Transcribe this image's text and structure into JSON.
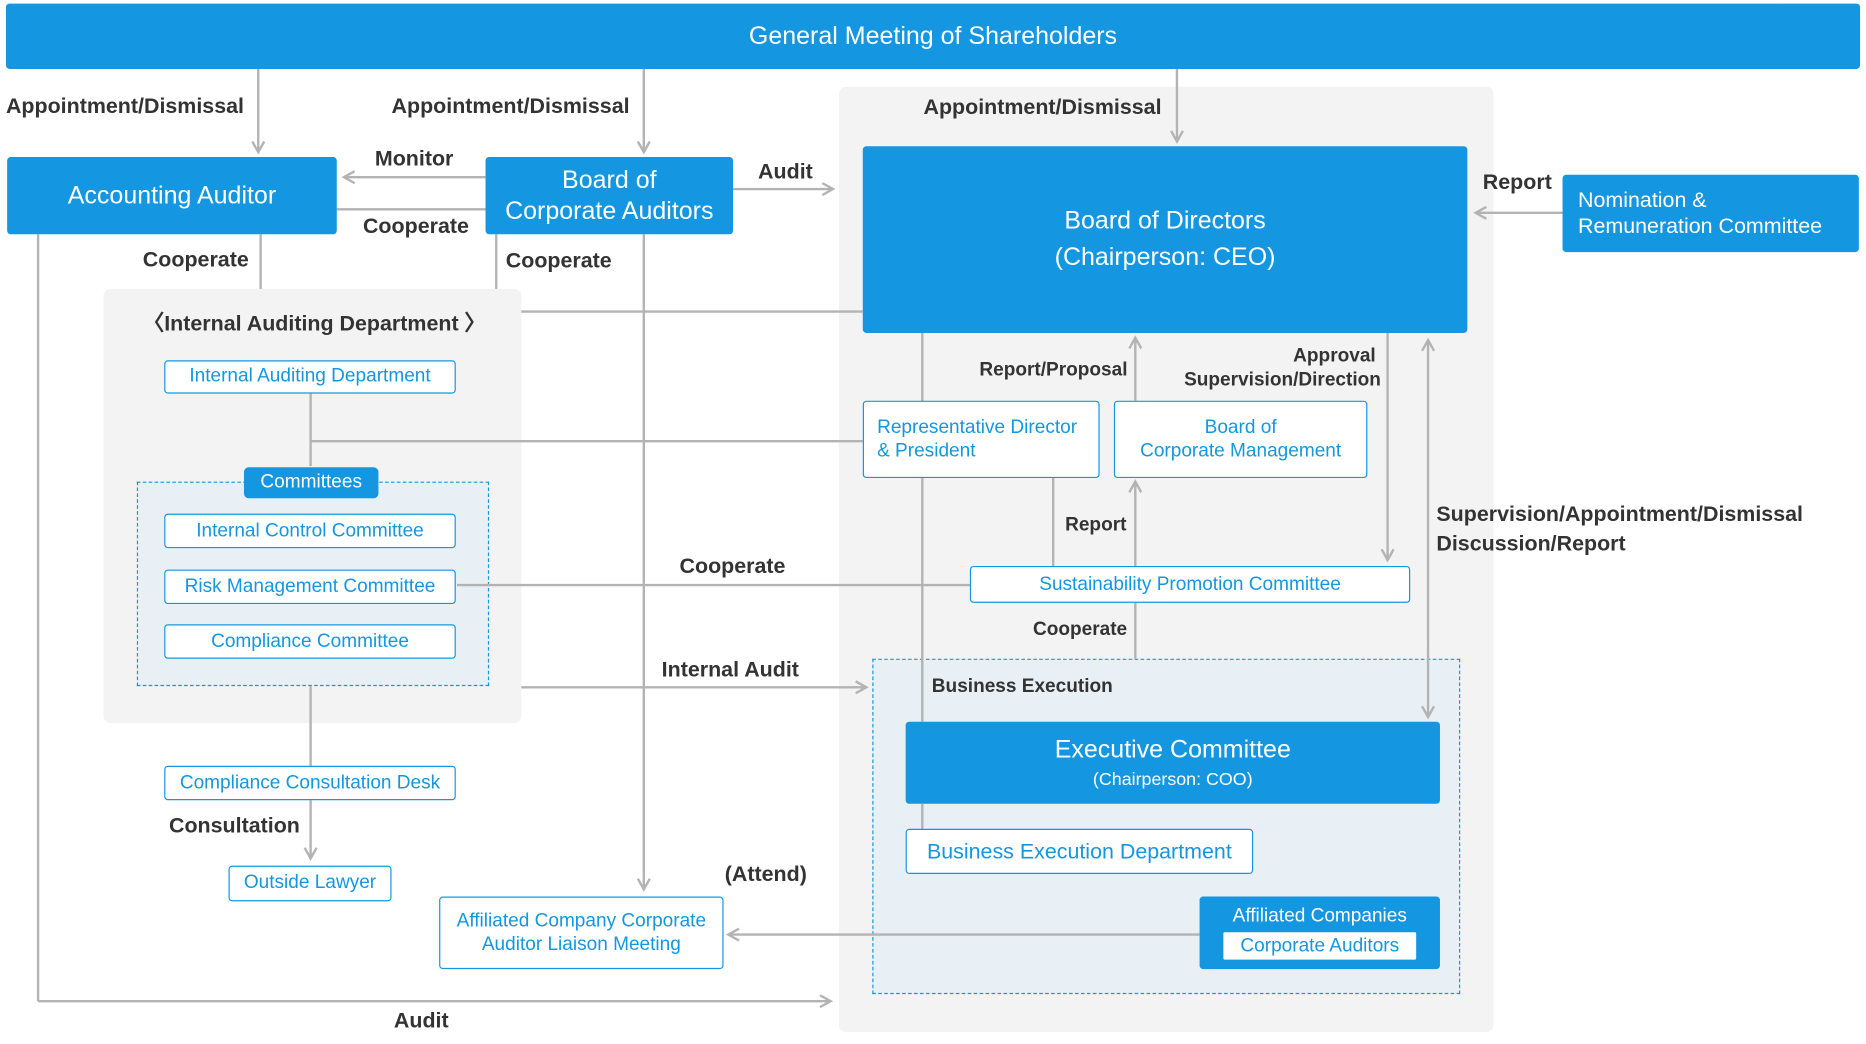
{
  "boxes": {
    "shareholders": "General Meeting of Shareholders",
    "accounting_auditor": "Accounting Auditor",
    "corporate_auditors_line1": "Board of",
    "corporate_auditors_line2": "Corporate Auditors",
    "board_of_directors_line1": "Board of Directors",
    "board_of_directors_line2": "(Chairperson: CEO)",
    "nomination_line1": "Nomination &",
    "nomination_line2": "Remuneration Committee",
    "internal_audit_panel_title": "〈Internal Auditing Department 〉",
    "internal_auditing_department": "Internal Auditing Department",
    "committees_tag": "Committees",
    "internal_control_committee": "Internal Control Committee",
    "risk_management_committee": "Risk Management Committee",
    "compliance_committee": "Compliance Committee",
    "compliance_consultation_desk": "Compliance Consultation Desk",
    "outside_lawyer": "Outside Lawyer",
    "liaison_line1": "Affiliated Company Corporate",
    "liaison_line2": "Auditor Liaison Meeting",
    "rep_director_line1": "Representative Director",
    "rep_director_line2": "& President",
    "board_mgmt_line1": "Board of",
    "board_mgmt_line2": "Corporate Management",
    "sustainability_committee": "Sustainability Promotion Committee",
    "executive_committee": "Executive Committee",
    "executive_chair": "(Chairperson: COO)",
    "business_execution_department": "Business Execution Department",
    "affiliated_companies": "Affiliated Companies",
    "affiliated_corporate_auditors": "Corporate Auditors"
  },
  "labels": {
    "appointment_left": "Appointment/Dismissal",
    "appointment_middle": "Appointment/Dismissal",
    "appointment_right": "Appointment/Dismissal",
    "monitor": "Monitor",
    "cooperate_auditors": "Cooperate",
    "audit_top": "Audit",
    "report_nomination": "Report",
    "cooperate_left": "Cooperate",
    "cooperate_middle": "Cooperate",
    "report_proposal": "Report/Proposal",
    "approval": "Approval",
    "supervision_direction": "Supervision/Direction",
    "report_mid": "Report",
    "supervision_line1": "Supervision/Appointment/Dismissal",
    "supervision_line2": "Discussion/Report",
    "cooperate_center": "Cooperate",
    "cooperate_sustainability": "Cooperate",
    "internal_audit": "Internal Audit",
    "business_execution": "Business Execution",
    "consultation": "Consultation",
    "attend": "(Attend)",
    "audit_bottom": "Audit"
  },
  "colors": {
    "primary_blue": "#1497e0",
    "panel_grey": "#f3f3f3",
    "panel_blue": "#e8eff5",
    "connector_grey": "#b3b3b3",
    "label_text": "#333333"
  }
}
